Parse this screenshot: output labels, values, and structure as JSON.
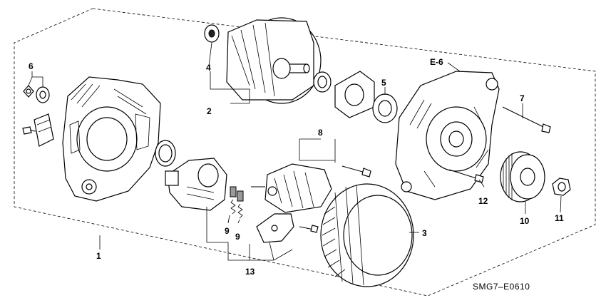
{
  "diagram": {
    "reference_code": "SMG7–E0610",
    "section_ref": "E-6",
    "callouts": [
      {
        "id": "c1",
        "label": "1"
      },
      {
        "id": "c2",
        "label": "2"
      },
      {
        "id": "c3",
        "label": "3"
      },
      {
        "id": "c4",
        "label": "4"
      },
      {
        "id": "c5",
        "label": "5"
      },
      {
        "id": "c6",
        "label": "6"
      },
      {
        "id": "c7",
        "label": "7"
      },
      {
        "id": "c8",
        "label": "8"
      },
      {
        "id": "c9a",
        "label": "9"
      },
      {
        "id": "c9b",
        "label": "9"
      },
      {
        "id": "c10",
        "label": "10"
      },
      {
        "id": "c11",
        "label": "11"
      },
      {
        "id": "c12",
        "label": "12"
      },
      {
        "id": "c13",
        "label": "13"
      }
    ]
  }
}
